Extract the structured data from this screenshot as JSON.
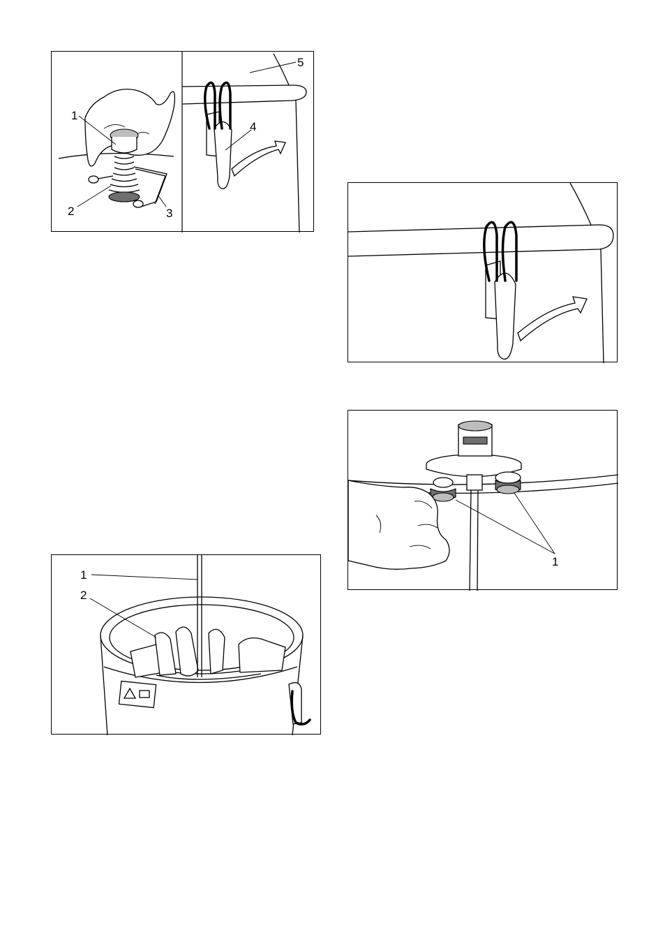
{
  "figures": {
    "fig_spring": {
      "callouts": [
        "1",
        "2",
        "3"
      ]
    },
    "fig_clip_small": {
      "callouts": [
        "4",
        "5"
      ]
    },
    "fig_clip_large": {},
    "fig_container": {
      "callouts": [
        "1",
        "2"
      ]
    },
    "fig_valves": {
      "callouts": [
        "1"
      ]
    }
  },
  "icons": [
    "spring-valve",
    "clip-latch",
    "arrow-up-right",
    "container-with-bags",
    "warning-triangle",
    "valve-connectors",
    "hand"
  ]
}
